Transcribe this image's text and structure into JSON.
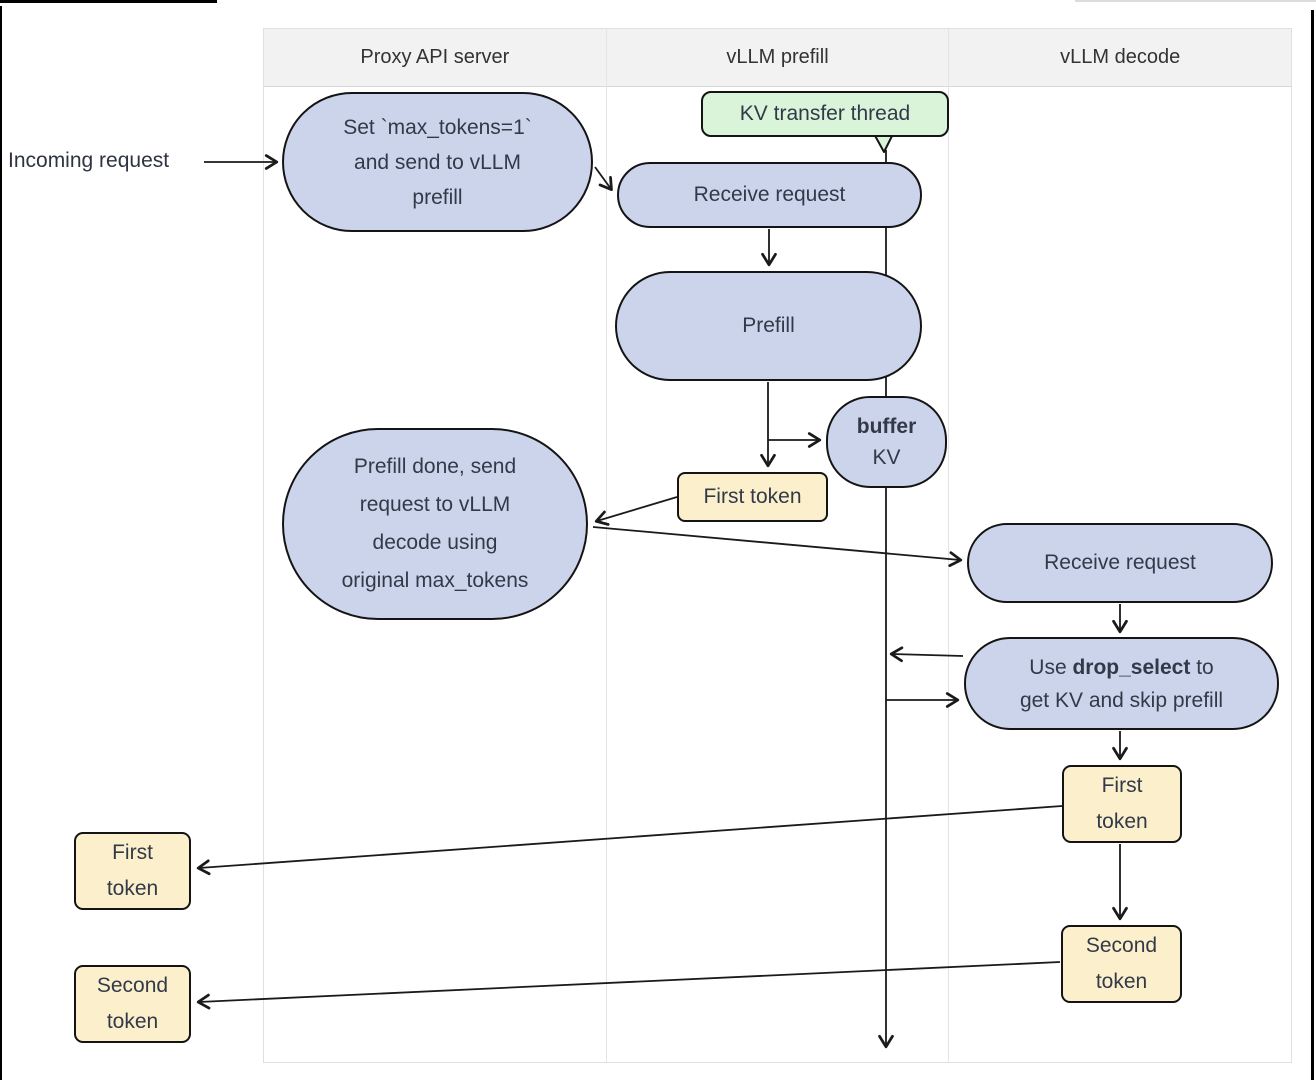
{
  "lanes": [
    {
      "label": "Proxy API server"
    },
    {
      "label": "vLLM prefill"
    },
    {
      "label": "vLLM decode"
    }
  ],
  "nodes": {
    "incoming_label": "Incoming request",
    "set_max_tokens": {
      "l1": "Set `max_tokens=1`",
      "l2": "and send to vLLM",
      "l3": "prefill"
    },
    "kv_transfer_thread": "KV transfer thread",
    "receive_request_prefill": "Receive request",
    "prefill": "Prefill",
    "buffer": {
      "bold": "buffer",
      "normal": "KV"
    },
    "first_token_prefill": "First token",
    "prefill_done": {
      "l1": "Prefill done, send",
      "l2": "request to vLLM",
      "l3": "decode using",
      "l4": "original max_tokens"
    },
    "receive_request_decode": "Receive request",
    "drop_select": {
      "prefix": "Use ",
      "keyword": "drop_select",
      "suffix": " to",
      "l2": "get KV and skip prefill"
    },
    "first_token_decode": {
      "l1": "First",
      "l2": "token"
    },
    "second_token_decode": {
      "l1": "Second",
      "l2": "token"
    },
    "first_token_left": {
      "l1": "First",
      "l2": "token"
    },
    "second_token_left": {
      "l1": "Second",
      "l2": "token"
    }
  },
  "colors": {
    "process_fill": "#ccd4ec",
    "token_fill": "#fcf0cc",
    "note_fill": "#d9f4d9",
    "node_border": "#141414",
    "arrow": "#1a1a1a",
    "lane_header_bg": "#f2f2f3",
    "lane_border": "#e0e0e0",
    "text": "#323a49"
  }
}
